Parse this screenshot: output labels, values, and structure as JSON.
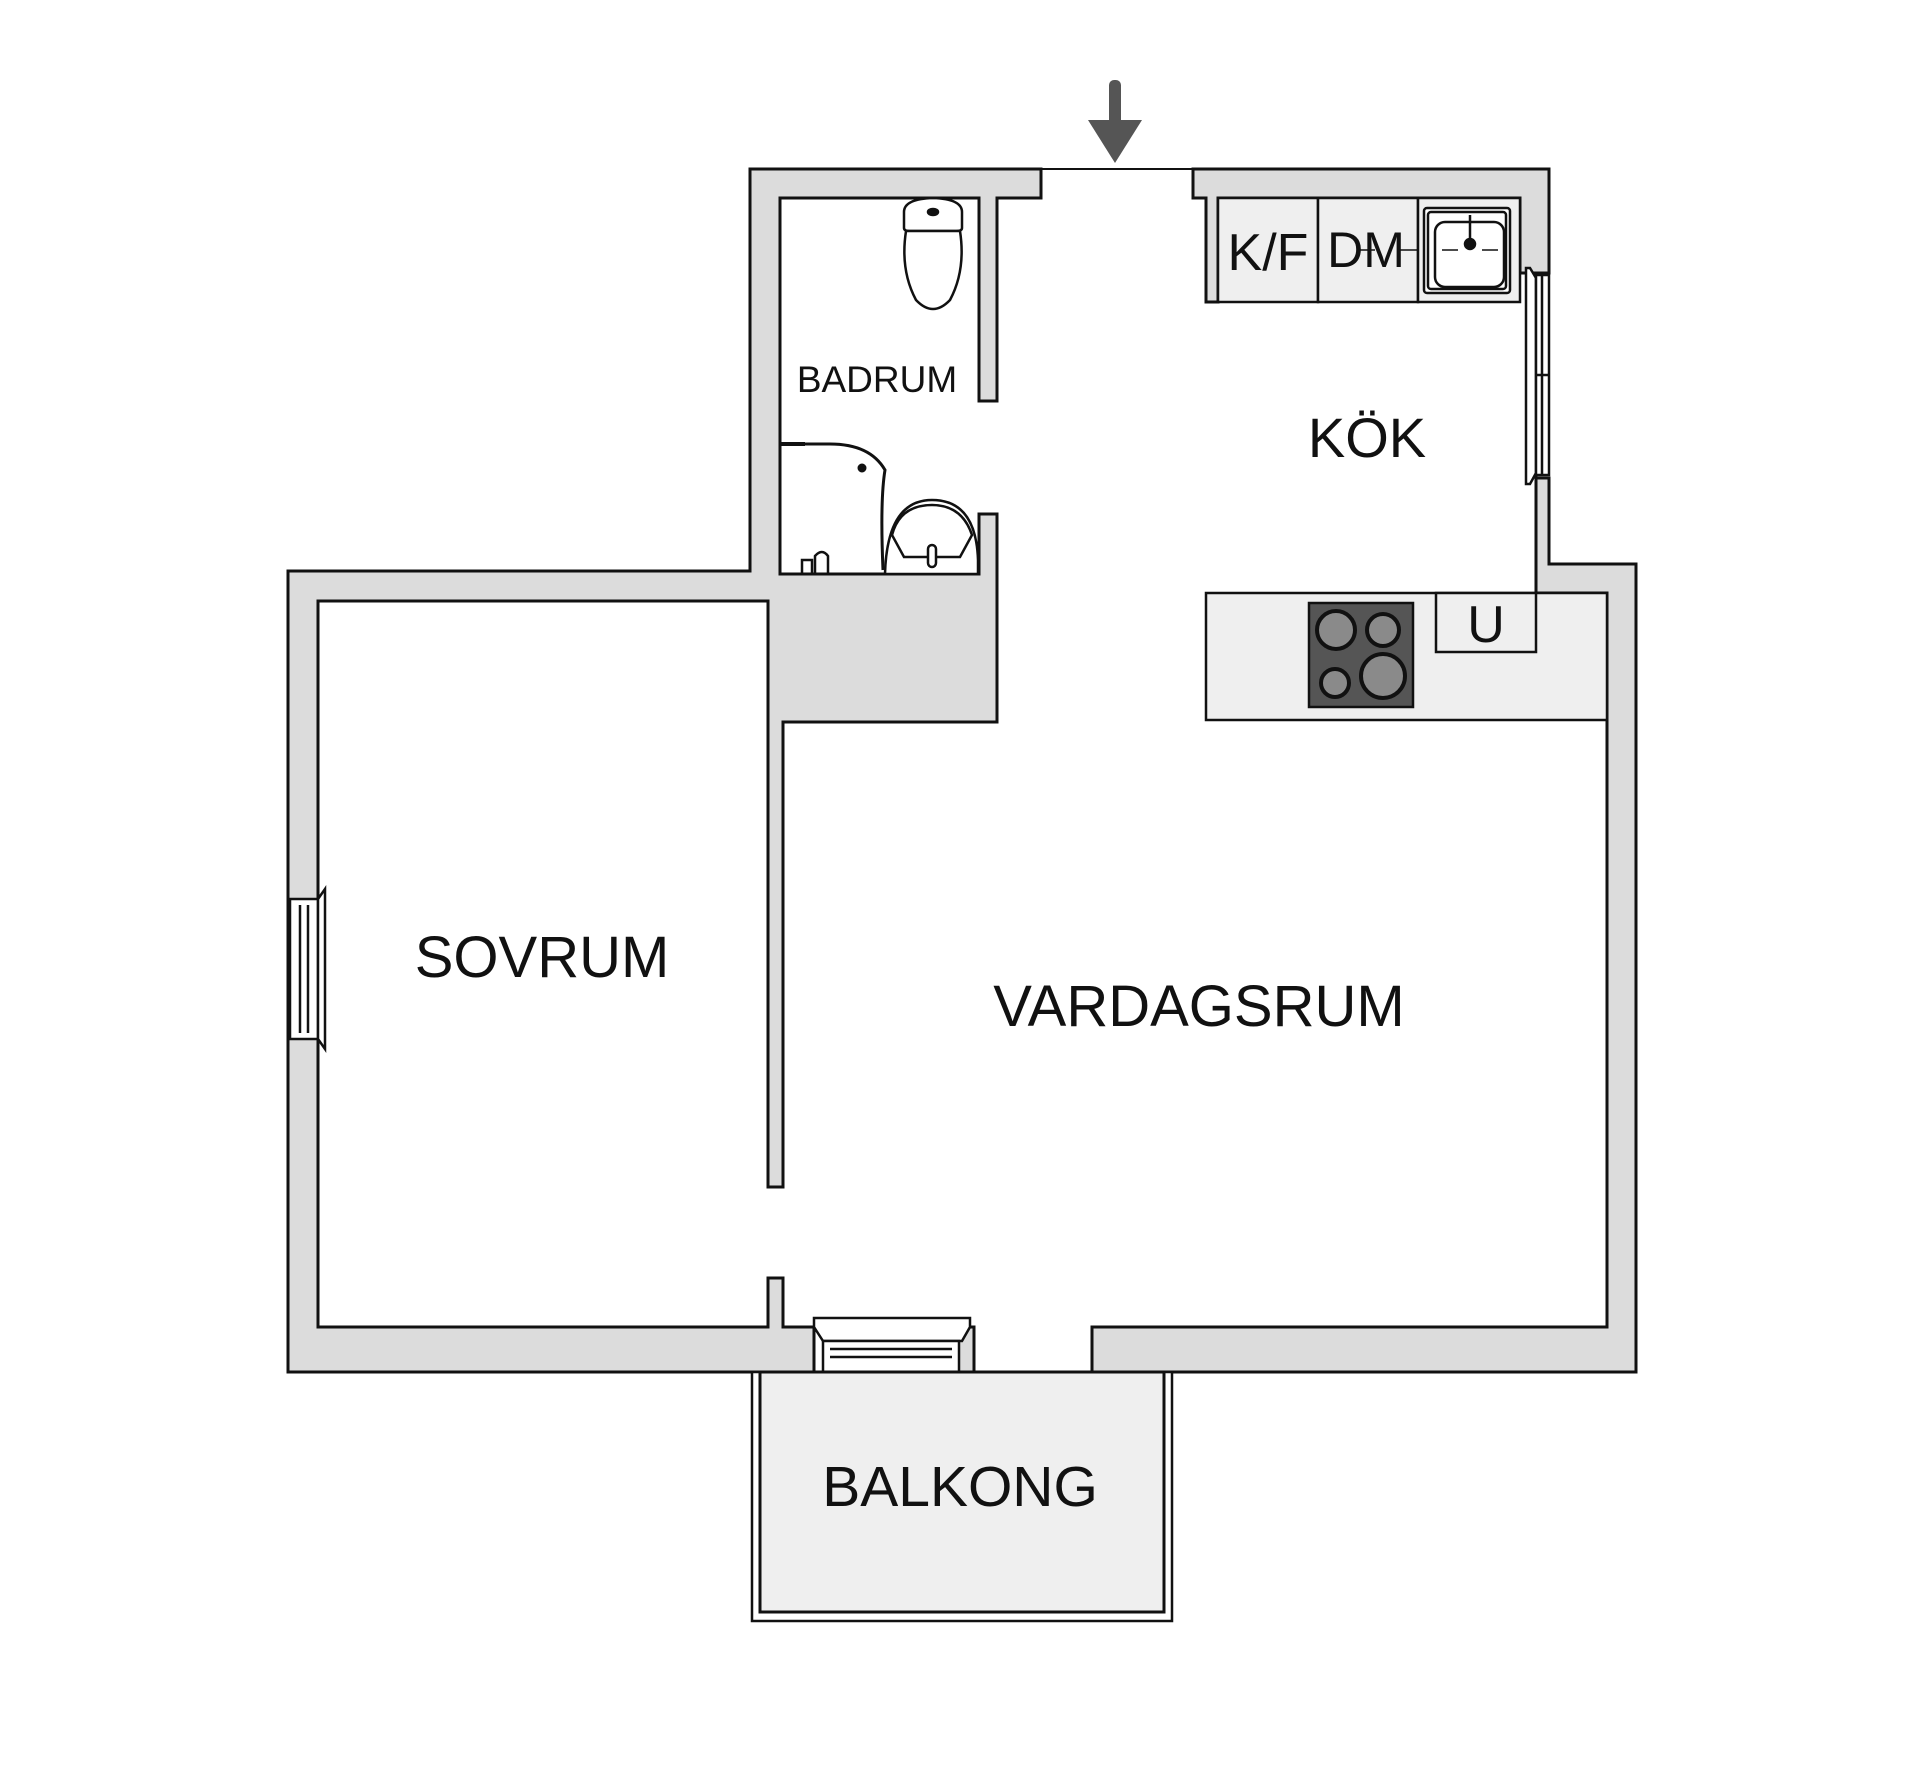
{
  "floorplan": {
    "entrance_marker": "arrow-down",
    "rooms": {
      "badrum": "BADRUM",
      "kok": "KÖK",
      "sovrum": "SOVRUM",
      "vardagsrum": "VARDAGSRUM",
      "balkong": "BALKONG"
    },
    "appliances": {
      "fridge_freezer": "K/F",
      "dishwasher": "DM",
      "oven": "U"
    },
    "colors": {
      "wall_fill": "#dcdcdc",
      "fixture_fill": "#efefef",
      "stroke": "#111111",
      "arrow": "#555555",
      "hob": "#555555",
      "hob_plate": "#8a8a8a"
    }
  }
}
